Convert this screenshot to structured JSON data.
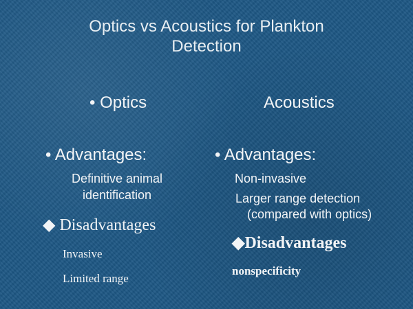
{
  "title": {
    "line1": "Optics vs Acoustics for Plankton",
    "line2": "Detection"
  },
  "optics": {
    "heading": "• Optics",
    "advantages_heading": "• Advantages:",
    "advantages": [
      "Definitive animal",
      "identification"
    ],
    "disadvantages_heading": "◆ Disadvantages",
    "disadvantages": [
      "Invasive",
      "Limited range"
    ]
  },
  "acoustics": {
    "heading": "Acoustics",
    "advantages_heading": "• Advantages:",
    "advantages": [
      "Non-invasive",
      "Larger range detection",
      "(compared with optics)"
    ],
    "disadvantages_heading": "◆Disadvantages",
    "disadvantages": [
      "nonspecificity"
    ]
  }
}
